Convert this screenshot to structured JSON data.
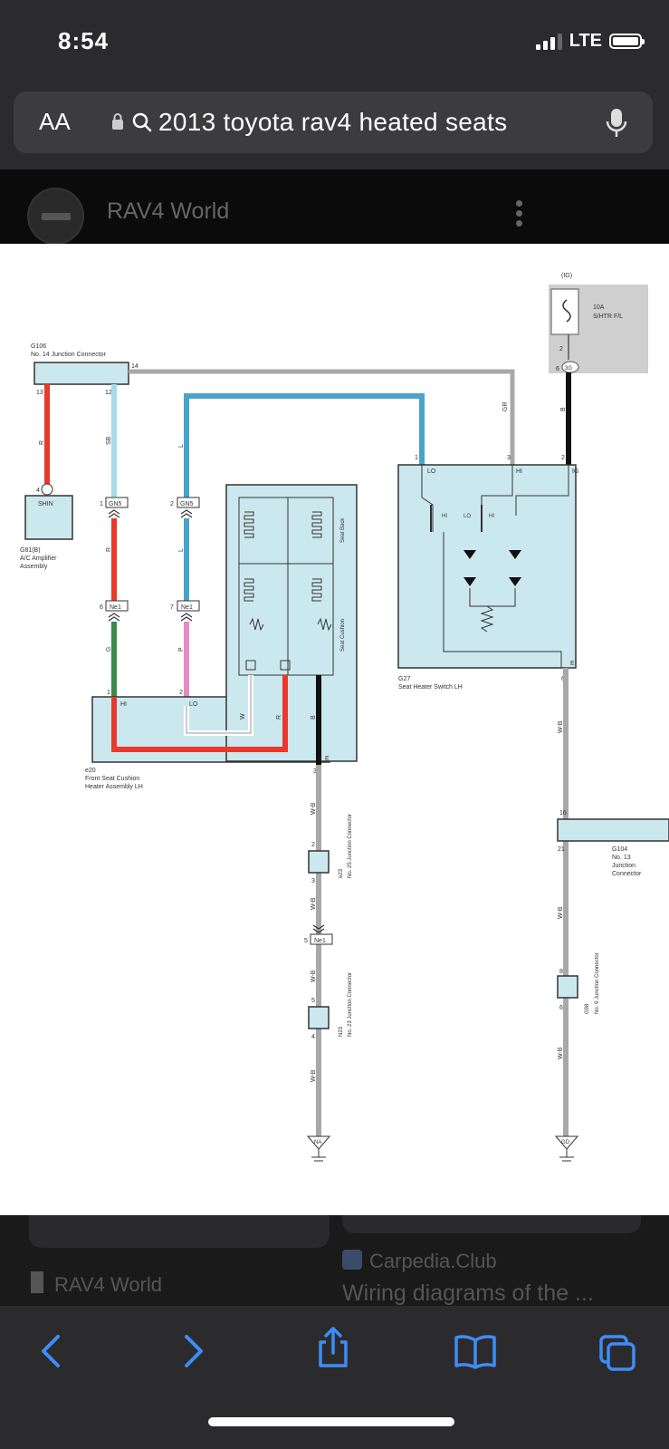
{
  "status": {
    "time": "8:54",
    "network": "LTE"
  },
  "browser": {
    "aa_label": "AA",
    "query": "2013 toyota rav4 heated seats"
  },
  "site": {
    "name": "RAV4 World"
  },
  "diagram": {
    "ig": "(IG)",
    "fuse_amp": "10A",
    "fuse_name": "S/HTR F/L",
    "g106": "G106",
    "g106_desc": "No. 14 Junction Connector",
    "shin": "SHIN",
    "g81": "G81(B)",
    "g81_desc1": "A/C Amplifier",
    "g81_desc2": "Assembly",
    "gn5": "GN5",
    "ne1": "Ne1",
    "seat_back": "Seat Back",
    "seat_cushion": "Seat Cushion",
    "hi": "HI",
    "lo": "LO",
    "ig_pin": "IG",
    "e": "E",
    "g27": "G27",
    "g27_desc": "Seat Heater Switch LH",
    "e20": "e20",
    "e20_desc1": "Front Seat Cushion",
    "e20_desc2": "Heater Assembly LH",
    "e23": "e23",
    "e23_desc": "No. 25 Junction Connector",
    "n23": "N23",
    "n23_desc": "No. 23 Junction Connector",
    "g104": "G104",
    "g104_desc1": "No. 13",
    "g104_desc2": "Junction",
    "g104_desc3": "Connector",
    "g98": "G98",
    "g98_desc": "No. 9 Junction Connector",
    "na": "NA",
    "gd": "GD",
    "wire_r": "R",
    "wire_sb": "SB",
    "wire_l": "L",
    "wire_gr": "GR",
    "wire_b": "B",
    "wire_g": "G",
    "wire_p": "P",
    "wire_w": "W",
    "wire_wb": "W-B",
    "pin_1": "1",
    "pin_2": "2",
    "pin_3": "3",
    "pin_4": "4",
    "pin_5": "5",
    "pin_6": "6",
    "pin_7": "7",
    "pin_8": "8",
    "pin_12": "12",
    "pin_13": "13",
    "pin_14": "14",
    "pin_16": "16",
    "pin_21": "21",
    "pin_3g": "3G"
  },
  "results": {
    "left_source": "RAV4 World",
    "right_source": "Carpedia.Club",
    "right_title": "Wiring diagrams of the ..."
  },
  "colors": {
    "red": "#e8392c",
    "blue": "#4aa3cc",
    "lightblue": "#a8dbe6",
    "green": "#3a8a4a",
    "pink": "#e68bc3",
    "gray": "#a8a8a8",
    "panel": "#cce8ef",
    "ios_blue": "#3e8cf6"
  }
}
